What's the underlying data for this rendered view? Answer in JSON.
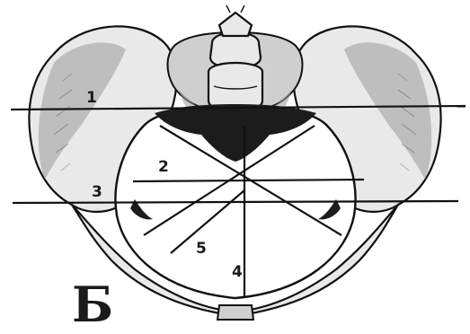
{
  "labels": {
    "diameter_1": "1",
    "diameter_2": "2",
    "diameter_3": "3",
    "diameter_4": "4",
    "diameter_5": "5",
    "panel_letter": "Б"
  }
}
